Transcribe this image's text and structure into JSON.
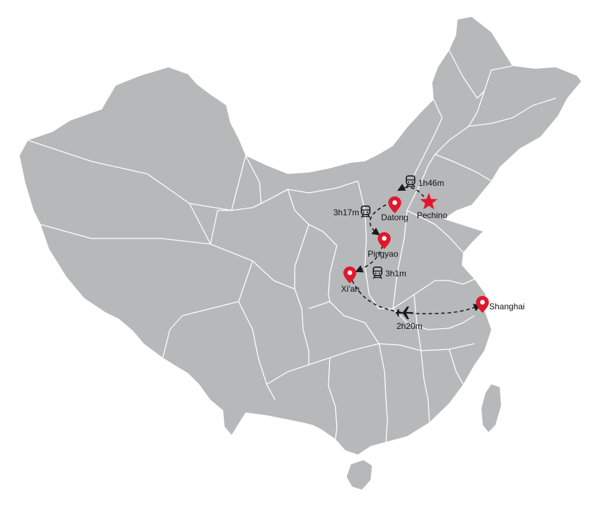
{
  "colors": {
    "land": "#b7b8ba",
    "province_border": "#ffffff",
    "pin": "#e0182d",
    "route": "#1a1a1a",
    "text": "#111111"
  },
  "cities": {
    "pechino": {
      "name": "Pechino",
      "marker": "star-icon"
    },
    "datong": {
      "name": "Datong",
      "marker": "map-pin-icon"
    },
    "pingyao": {
      "name": "Pingyao",
      "marker": "map-pin-icon"
    },
    "xian": {
      "name": "Xi'an",
      "marker": "map-pin-icon"
    },
    "shanghai": {
      "name": "Shanghai",
      "marker": "map-pin-icon"
    }
  },
  "legs": [
    {
      "from": "Pechino",
      "to": "Datong",
      "duration": "1h46m",
      "mode": "train-icon"
    },
    {
      "from": "Datong",
      "to": "Pingyao",
      "duration": "3h17m",
      "mode": "train-icon"
    },
    {
      "from": "Pingyao",
      "to": "Xi'an",
      "duration": "3h1m",
      "mode": "train-icon"
    },
    {
      "from": "Xi'an",
      "to": "Shanghai",
      "duration": "2h20m",
      "mode": "airplane-icon"
    }
  ]
}
